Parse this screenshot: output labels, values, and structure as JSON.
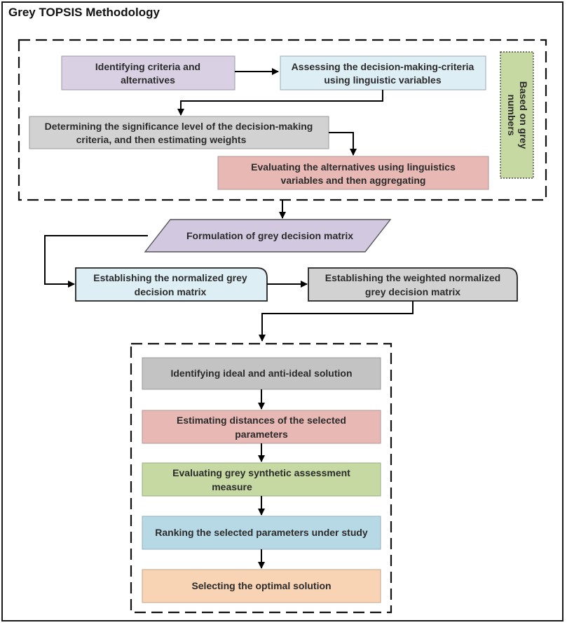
{
  "title": "Grey TOPSIS Methodology",
  "colors": {
    "purple": "#d9d0e4",
    "light_blue": "#ddeef5",
    "grey": "#d2d2d2",
    "pink": "#e8b9b4",
    "green": "#c6d9a2",
    "mid_grey": "#c3c3c3",
    "blue": "#b7d9e6",
    "peach": "#f8d4b5",
    "stroke": "#8a8a8a",
    "arrow": "#000000"
  },
  "top_group": {
    "identifying_criteria": [
      "Identifying criteria and",
      "alternatives"
    ],
    "assessing_criteria": [
      "Assessing the decision-making-criteria",
      "using linguistic variables"
    ],
    "determining_significance": [
      "Determining the significance level of the decision-making",
      "criteria, and then estimating weights"
    ],
    "evaluating_alternatives": [
      "Evaluating the alternatives using linguistics",
      "variables and then aggregating"
    ],
    "side_note": [
      "Based on grey",
      "numbers"
    ]
  },
  "middle": {
    "formulation": "Formulation of grey decision matrix",
    "normalized": [
      "Establishing the normalized grey",
      "decision matrix"
    ],
    "weighted": [
      "Establishing the weighted normalized",
      "grey decision matrix"
    ]
  },
  "bottom_group": {
    "ideal_solution": "Identifying ideal and anti-ideal solution",
    "distances": [
      "Estimating distances of the selected",
      "parameters"
    ],
    "synthetic": [
      "Evaluating grey synthetic assessment",
      "measure"
    ],
    "ranking": "Ranking the selected parameters under study",
    "selecting": "Selecting the optimal solution"
  }
}
